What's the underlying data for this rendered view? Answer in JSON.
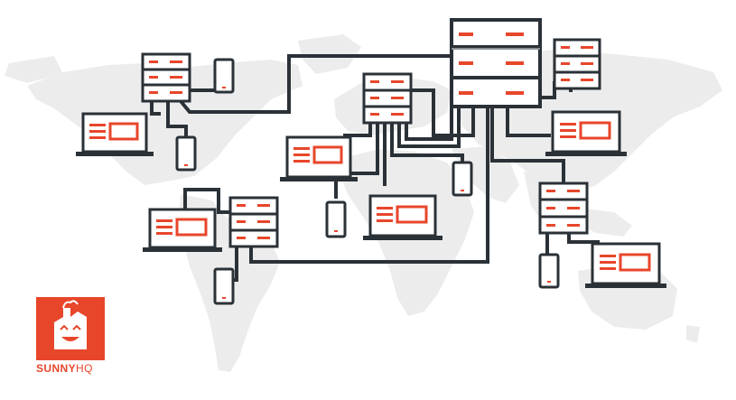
{
  "brand": {
    "name_bold": "SUNNY",
    "name_light": "HQ"
  },
  "colors": {
    "map": "#ececec",
    "line": "#2a3137",
    "accent": "#e8462b",
    "device_fill": "#ffffff"
  },
  "icons": [
    "world-map",
    "server-rack-icon",
    "laptop-icon",
    "phone-icon",
    "mascot-icon"
  ]
}
